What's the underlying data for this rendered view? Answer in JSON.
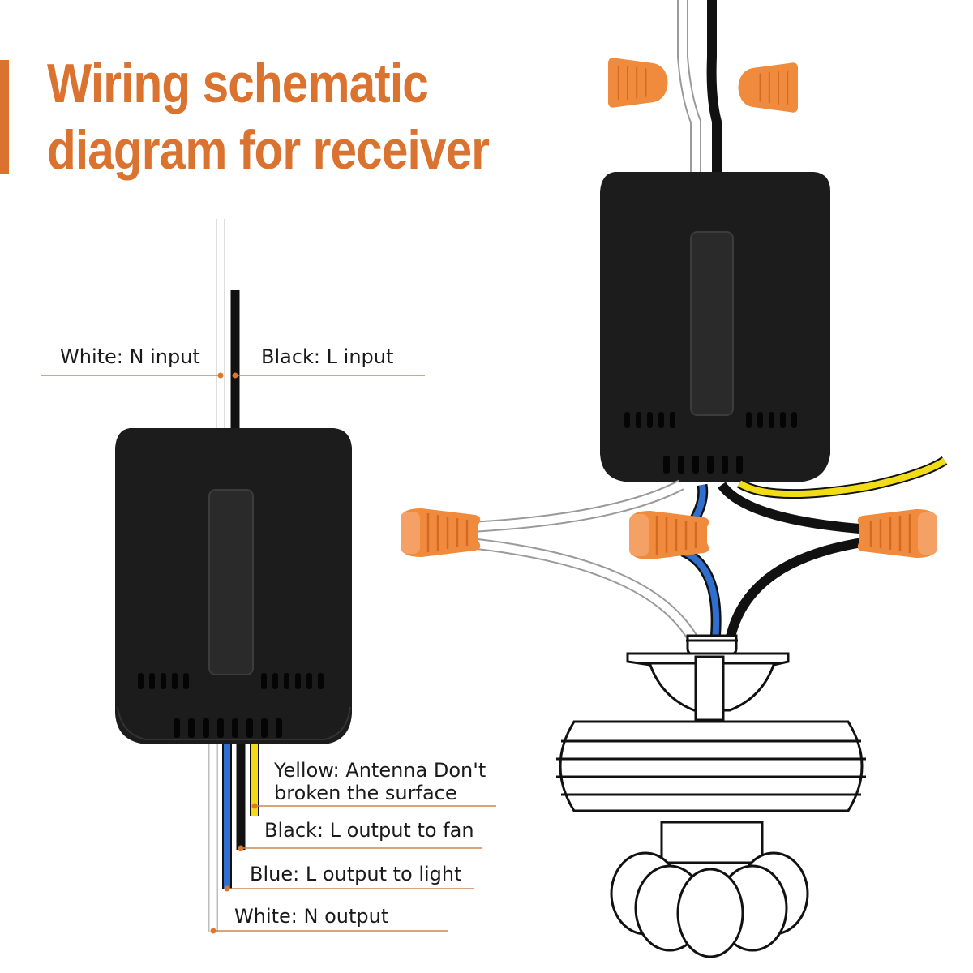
{
  "title": {
    "line1": "Wiring schematic",
    "line2": "diagram for receiver"
  },
  "labels": {
    "white_n_input": "White: N input",
    "black_l_input": "Black: L input",
    "yellow_antenna_line1": "Yellow: Antenna Don't",
    "yellow_antenna_line2": "broken the surface",
    "black_l_output_fan": "Black: L output to fan",
    "blue_l_output_light": "Blue: L output to light",
    "white_n_output": "White: N output"
  },
  "colors": {
    "accent": "#d9732f",
    "receiver_body": "#1c1c1c",
    "wire_white": "#ffffff",
    "wire_black": "#111111",
    "wire_blue": "#2f6fd0",
    "wire_yellow": "#f2dc16",
    "wire_nut": "#f08a3c"
  }
}
